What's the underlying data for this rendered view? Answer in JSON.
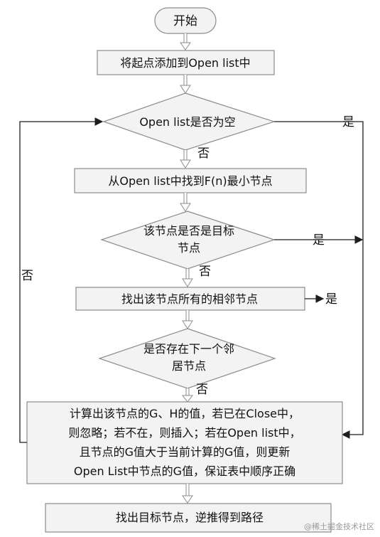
{
  "diagram": {
    "start": "开始",
    "step_add_start": "将起点添加到Open list中",
    "decision_empty": "Open list是否为空",
    "step_find_min": "从Open list中找到F(n)最小节点",
    "decision_target_line1": "该节点是否是目标",
    "decision_target_line2": "节点",
    "step_find_neighbors": "找出该节点所有的相邻节点",
    "decision_next_line1": "是否存在下一个邻",
    "decision_next_line2": "居节点",
    "compute_line1": "计算出该节点的G、H的值，若已在Close中，",
    "compute_line2": "则忽略；若不在，则插入；若在Open list中，",
    "compute_line3": "且节点的G值大于当前计算的G值，则更新",
    "compute_line4": "Open List中节点的G值，保证表中顺序正确",
    "end": "找出目标节点，逆推得到路径",
    "labels": {
      "yes_empty": "是",
      "no_empty": "否",
      "yes_target": "是",
      "no_target": "否",
      "yes_neighbors": "是",
      "no_next": "否",
      "no_loop": "否"
    },
    "watermark": "@稀土掘金技术社区"
  },
  "colors": {
    "box_fill": "#f3f3f3",
    "stroke": "#8c8c8c",
    "line": "#1e1e1e",
    "watermark": "#9a9a9a"
  }
}
